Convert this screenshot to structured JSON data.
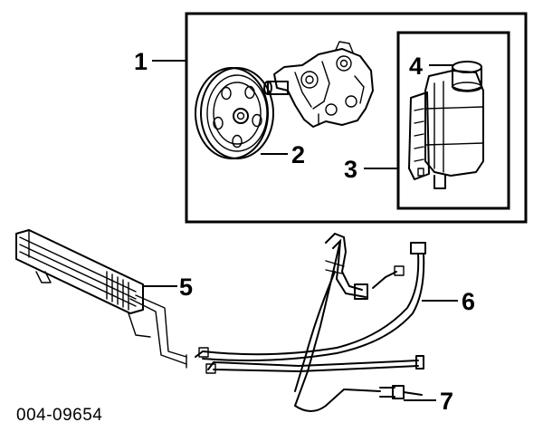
{
  "callouts": {
    "c1": "1",
    "c2": "2",
    "c3": "3",
    "c4": "4",
    "c5": "5",
    "c6": "6",
    "c7": "7"
  },
  "part_number": "004-09654"
}
